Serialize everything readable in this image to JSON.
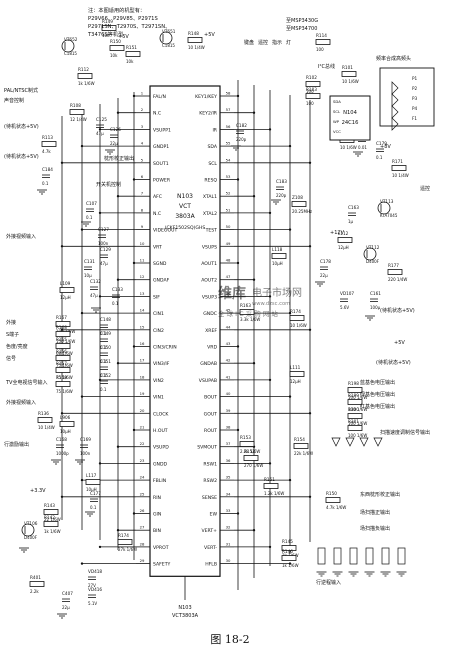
{
  "figure": {
    "caption": "图 18-2",
    "ic": {
      "ref": "N103",
      "part": "VCT",
      "part_num": "3803A",
      "package": "(CKF1502SQ)GHS",
      "bottom_label_ref": "N103",
      "bottom_label_part": "VCT3803A"
    },
    "notes": {
      "applicable_line1": "注：本图适用的机型有：",
      "applicable_line2": "P29V66、P29V85、P2971S",
      "applicable_line3": "P2971SN、T2970S、T2971SN、",
      "applicable_line4": "T3476S等机型",
      "watermark_brand": "维库",
      "watermark_title": "电子市场网",
      "watermark_url": "www.dzsc.com",
      "watermark_slogan": "全 球 I C 采 购 网 站"
    },
    "left_pins": [
      {
        "name": "FAL/N"
      },
      {
        "name": "N.C"
      },
      {
        "name": "VSUPP1"
      },
      {
        "name": "GNDP1"
      },
      {
        "name": "SOUT1"
      },
      {
        "name": "POWER"
      },
      {
        "name": "AFC"
      },
      {
        "name": "N.C"
      },
      {
        "name": "VIDEOOUT"
      },
      {
        "name": "VRT"
      },
      {
        "name": "SGND"
      },
      {
        "name": "GNDAF"
      },
      {
        "name": "SIF"
      },
      {
        "name": "CIN1"
      },
      {
        "name": "CIN2"
      },
      {
        "name": "CIN3/CRIN"
      },
      {
        "name": "VIN3/IF"
      },
      {
        "name": "VIN2"
      },
      {
        "name": "VIN1"
      },
      {
        "name": "CLOCK"
      },
      {
        "name": "H.OUT"
      },
      {
        "name": "VSUPD"
      },
      {
        "name": "GNDD"
      },
      {
        "name": "FBLIN"
      },
      {
        "name": "RIN"
      },
      {
        "name": "GIN"
      },
      {
        "name": "BIN"
      },
      {
        "name": "VPROT"
      },
      {
        "name": "SAFETY"
      }
    ],
    "right_pins": [
      {
        "name": "KEY1/KEY"
      },
      {
        "name": "KEY2/IR"
      },
      {
        "name": "IR"
      },
      {
        "name": "SDA"
      },
      {
        "name": "SCL"
      },
      {
        "name": "RESQ"
      },
      {
        "name": "XTAL1"
      },
      {
        "name": "XTAL2"
      },
      {
        "name": "TEST"
      },
      {
        "name": "VSUPS"
      },
      {
        "name": "AOUT1"
      },
      {
        "name": "AOUT2"
      },
      {
        "name": "VSUP3"
      },
      {
        "name": "GNDC"
      },
      {
        "name": "XREF"
      },
      {
        "name": "VRD"
      },
      {
        "name": "GNDAB"
      },
      {
        "name": "VSUPAB"
      },
      {
        "name": "BOUT"
      },
      {
        "name": "GOUT"
      },
      {
        "name": "ROUT"
      },
      {
        "name": "SVMOUT"
      },
      {
        "name": "RSW1"
      },
      {
        "name": "RSW2"
      },
      {
        "name": "SENSE"
      },
      {
        "name": "EW"
      },
      {
        "name": "VERT+"
      },
      {
        "name": "VERT-"
      },
      {
        "name": "HFLB"
      }
    ],
    "components": [
      {
        "id": "R149",
        "v": "10k"
      },
      {
        "id": "R148",
        "v": "10 1/4W"
      },
      {
        "id": "VT652",
        "v": "C1815"
      },
      {
        "id": "VT651",
        "v": "C1815"
      },
      {
        "id": "R112",
        "v": "1k 1/6W"
      },
      {
        "id": "R150",
        "v": "10k"
      },
      {
        "id": "R151",
        "v": "10k"
      },
      {
        "id": "R108",
        "v": "12 1/4W"
      },
      {
        "id": "C125",
        "v": "47μ"
      },
      {
        "id": "C126",
        "v": "22μ"
      },
      {
        "id": "C184",
        "v": "0.1"
      },
      {
        "id": "C107",
        "v": "0.1"
      },
      {
        "id": "R101",
        "v": "10 1/6W"
      },
      {
        "id": "R113",
        "v": "4.7k"
      },
      {
        "id": "R114",
        "v": "100"
      },
      {
        "id": "R102",
        "v": "100"
      },
      {
        "id": "R103",
        "v": "100"
      },
      {
        "id": "R171",
        "v": "10 1/4W"
      },
      {
        "id": "N104",
        "v": "24C16"
      },
      {
        "id": "C178",
        "v": "22μ"
      },
      {
        "id": "C183",
        "v": "220p"
      },
      {
        "id": "Z108",
        "v": "20.25MHz"
      },
      {
        "id": "C163",
        "v": "1μ"
      },
      {
        "id": "VT113",
        "v": "KTA7045"
      },
      {
        "id": "VT112",
        "v": "D400F"
      },
      {
        "id": "R177",
        "v": "220 1/4W"
      },
      {
        "id": "L112",
        "v": "12μH"
      },
      {
        "id": "C179",
        "v": "0.1"
      },
      {
        "id": "R184",
        "v": "10 1/6W"
      },
      {
        "id": "C182",
        "v": "220p"
      },
      {
        "id": "C127",
        "v": "100n"
      },
      {
        "id": "C129",
        "v": "47μ"
      },
      {
        "id": "C131",
        "v": "10μ"
      },
      {
        "id": "C132",
        "v": "47μ"
      },
      {
        "id": "C133",
        "v": "0.1"
      },
      {
        "id": "L109",
        "v": "12μH"
      },
      {
        "id": "R163",
        "v": "3.3k 1/6W"
      },
      {
        "id": "R174",
        "v": "10 1/6W"
      },
      {
        "id": "L118",
        "v": "10μH"
      },
      {
        "id": "R167",
        "v": "100 1/6W"
      },
      {
        "id": "R168",
        "v": "150 1/6W"
      },
      {
        "id": "R155",
        "v": "68 1/6W"
      },
      {
        "id": "R156",
        "v": "75 1/6W"
      },
      {
        "id": "R157",
        "v": "75 1/6W"
      },
      {
        "id": "R158",
        "v": "75 1/6W"
      },
      {
        "id": "C148",
        "v": "0.1"
      },
      {
        "id": "C149",
        "v": "0.1"
      },
      {
        "id": "C150",
        "v": "0.1"
      },
      {
        "id": "C151",
        "v": "0.1"
      },
      {
        "id": "C152",
        "v": "0.1"
      },
      {
        "id": "L111",
        "v": "12μH"
      },
      {
        "id": "R136",
        "v": "10 1/4W"
      },
      {
        "id": "L906",
        "v": "10μH"
      },
      {
        "id": "C168",
        "v": "1000p"
      },
      {
        "id": "C169",
        "v": "100n"
      },
      {
        "id": "L117",
        "v": "10μH"
      },
      {
        "id": "C177",
        "v": "0.1"
      },
      {
        "id": "R143",
        "v": "22 1/6W"
      },
      {
        "id": "R142",
        "v": "1k 1/6W"
      },
      {
        "id": "VT106",
        "v": "D400F"
      },
      {
        "id": "R153",
        "v": "2.2k 1/6W"
      },
      {
        "id": "R152",
        "v": "270 1/6W"
      },
      {
        "id": "R151b",
        "v": "1.2k 1/6W"
      },
      {
        "id": "R150b",
        "v": "4.7k 1/6W"
      },
      {
        "id": "R154",
        "v": "22k 1/6W"
      },
      {
        "id": "R198",
        "v": "100 1/6W"
      },
      {
        "id": "R199",
        "v": "100 1/6W"
      },
      {
        "id": "R300",
        "v": "100 1/6W"
      },
      {
        "id": "R301",
        "v": "100 1/6W"
      },
      {
        "id": "R174b",
        "v": "27k 1/6W"
      },
      {
        "id": "R145",
        "v": "2k 1/6W"
      },
      {
        "id": "R146",
        "v": "1k 1/6W"
      },
      {
        "id": "VD418",
        "v": "27V"
      },
      {
        "id": "VD416",
        "v": "5.1V"
      },
      {
        "id": "C407",
        "v": "22μ"
      },
      {
        "id": "R401",
        "v": "2.2k"
      },
      {
        "id": "VD107",
        "v": "5.6V"
      },
      {
        "id": "C161",
        "v": "100μ"
      },
      {
        "id": "R175",
        "v": "1k"
      },
      {
        "id": "C176",
        "v": "0.01"
      }
    ],
    "annotations": {
      "mute_label": "PAL/NTSC制式",
      "sound_control": "声音控制",
      "standby_power": "(待机状态+5V)",
      "geometry_ctrl": "枕形校正输出",
      "power_switch": "开关机控制",
      "ext_video_in": "外接视频输入",
      "key_in": "键盘",
      "key_in2": "遥控",
      "led_r": "指示",
      "led_g": "灯",
      "i2c_bus": "I²C总线",
      "eeprom_bus": "至MSP3430G",
      "audio_out": "至MSP34700",
      "tune_head": "频率合成高频头",
      "ir": "遥控",
      "vbatt": "(待机状态+5V)",
      "vbatt2": "(待机状态+5V)",
      "ext_av": "外接",
      "ext_av2": "S端子",
      "ext_av3": "色度/亮度",
      "ext_av4": "信号",
      "tv_in": "TV全电视信号输入",
      "ext_video": "外接视频输入",
      "rgb_b": "蓝基色电压输出",
      "rgb_g": "绿基色电压输出",
      "rgb_r": "红基色电压输出",
      "scan_vm": "扫描速度调制信号输出",
      "ew_out": "东西枕形校正输出",
      "vert_p": "场扫描正输出",
      "vert_n": "场扫描负输出",
      "field_feedback": "行逆程输入",
      "h_out": "行激励输出",
      "v33": "+3.3V",
      "v5a": "+5V",
      "v5b": "+5V",
      "v8": "+8V",
      "v5c": "+5V",
      "v12": "+12V",
      "supply_mod": "(待机状态+5V)"
    }
  }
}
